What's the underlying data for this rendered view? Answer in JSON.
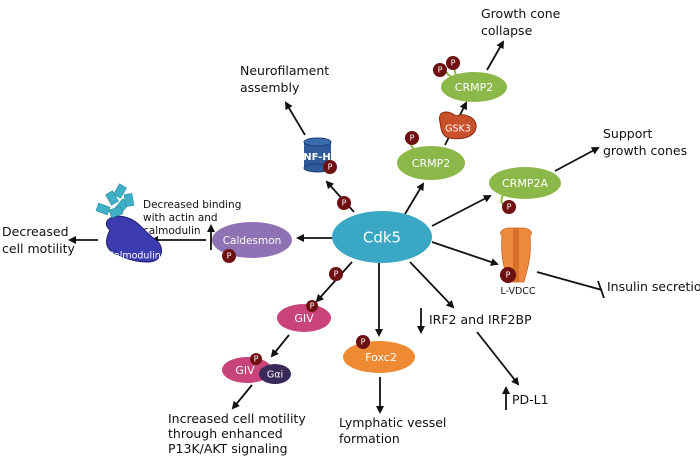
{
  "title": "Cdk5 signaling targets",
  "colors": {
    "cdk5": "#3aa8c4",
    "crmp": "#8cb84a",
    "gsk3": "#c8502a",
    "caldesmon": "#8e72b4",
    "calmodulin": "#3c3cb0",
    "calmodulin_fragments": "#3fb0c8",
    "nfh": "#2f5b9a",
    "giv": "#c8447a",
    "galpha": "#3a2a5a",
    "foxc2": "#ee8a34",
    "lvdcc": "#ee8a40",
    "phospho": "#6e0f12",
    "arrow": "#111111"
  },
  "nodes": {
    "cdk5": "Cdk5",
    "crmp2_lower": "CRMP2",
    "crmp2_upper": "CRMP2",
    "gsk3": "GSK3",
    "crmp2a": "CRMP2A",
    "nfh": "NF-H",
    "caldesmon": "Caldesmon",
    "calmodulin": "Calmodulin",
    "giv": "GIV",
    "giv_complex": "GIV",
    "galpha": "Gαi",
    "foxc2": "Foxc2",
    "lvdcc": "L-VDCC",
    "phospho": "P"
  },
  "outcomes": {
    "growth_cone_collapse": [
      "Growth cone",
      "collapse"
    ],
    "neurofilament_assembly": [
      "Neurofilament",
      "assembly"
    ],
    "support_growth_cones": [
      "Support",
      "growth cones"
    ],
    "decreased_binding": [
      "Decreased binding",
      "with actin and",
      "calmodulin"
    ],
    "decreased_cell_motility": [
      "Decreased",
      "cell motility"
    ],
    "insulin_secretion": "Insulin secretion",
    "irf2": "IRF2 and IRF2BP",
    "pdl1": "PD-L1",
    "lymphatic": [
      "Lymphatic vessel",
      "formation"
    ],
    "increased_motility": [
      "Increased cell motility",
      "through enhanced",
      "P13K/AKT signaling"
    ]
  }
}
